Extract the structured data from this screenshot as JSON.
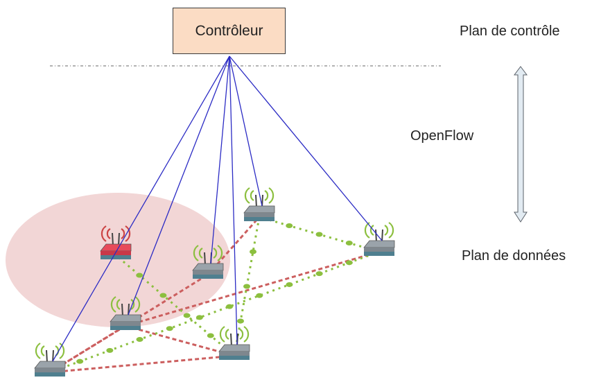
{
  "controller": {
    "label": "Contrôleur"
  },
  "labels": {
    "control_plane": "Plan de contrôle",
    "protocol": "OpenFlow",
    "data_plane": "Plan de données"
  },
  "colors": {
    "controller_fill": "#fbdcc4",
    "openflow_link": "#2b2bc4",
    "wired_link": "#cc5f5f",
    "wireless_link": "#8cbf3f",
    "coverage_zone": "#f2d6d6",
    "router_normal": "#9aa3aa",
    "router_highlight": "#e84a5a",
    "antenna_normal": "#8cbf3f",
    "antenna_highlight": "#cc4444"
  },
  "nodes": [
    {
      "id": "n1",
      "highlight": true
    },
    {
      "id": "n2",
      "highlight": false
    },
    {
      "id": "n3",
      "highlight": false
    },
    {
      "id": "n4",
      "highlight": false
    },
    {
      "id": "n5",
      "highlight": false
    },
    {
      "id": "n6",
      "highlight": false
    },
    {
      "id": "n7",
      "highlight": false
    }
  ],
  "openflow_links": [
    "n2",
    "n3",
    "n4",
    "n5",
    "n6",
    "n7"
  ],
  "wired_links": [
    [
      "n2",
      "n4"
    ],
    [
      "n2",
      "n5"
    ],
    [
      "n2",
      "n7"
    ],
    [
      "n4",
      "n5"
    ],
    [
      "n4",
      "n3"
    ],
    [
      "n3",
      "n6"
    ]
  ],
  "wireless_links": [
    [
      "n4",
      "n7"
    ],
    [
      "n7",
      "n6"
    ],
    [
      "n6",
      "n5"
    ],
    [
      "n5",
      "n1"
    ]
  ]
}
